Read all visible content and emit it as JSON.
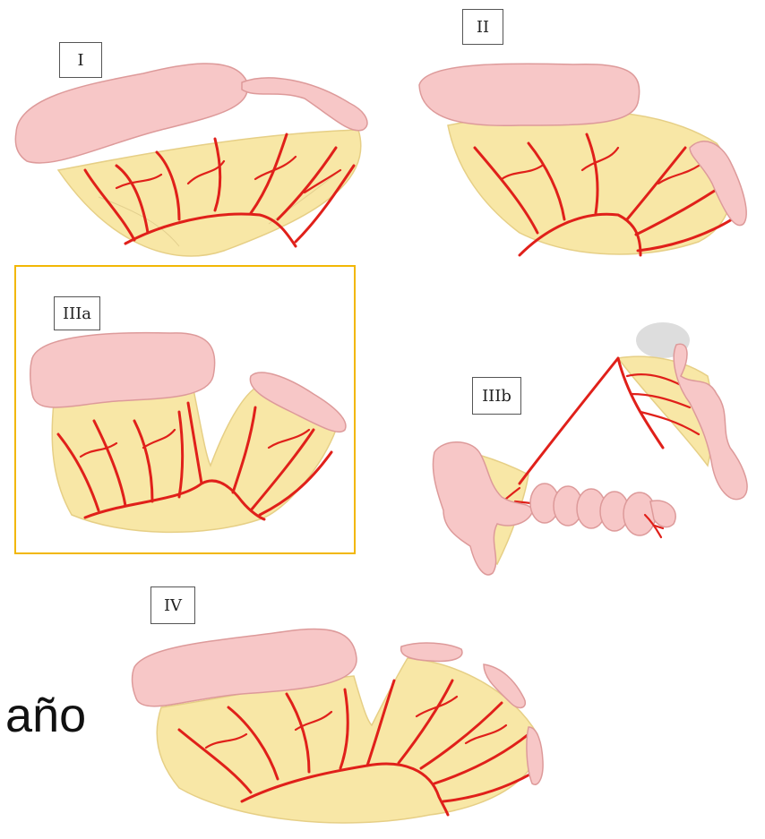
{
  "panels": [
    {
      "id": "I",
      "label": "I"
    },
    {
      "id": "II",
      "label": "II"
    },
    {
      "id": "IIIa",
      "label": "IIIa",
      "highlighted": true
    },
    {
      "id": "IIIb",
      "label": "IIIb"
    },
    {
      "id": "IV",
      "label": "IV"
    }
  ],
  "side_text": "año",
  "colors": {
    "highlight_border": "#f2b705",
    "mesentery": "#f8e7a6",
    "bowel": "#f7c7c7",
    "artery": "#e0201a"
  }
}
